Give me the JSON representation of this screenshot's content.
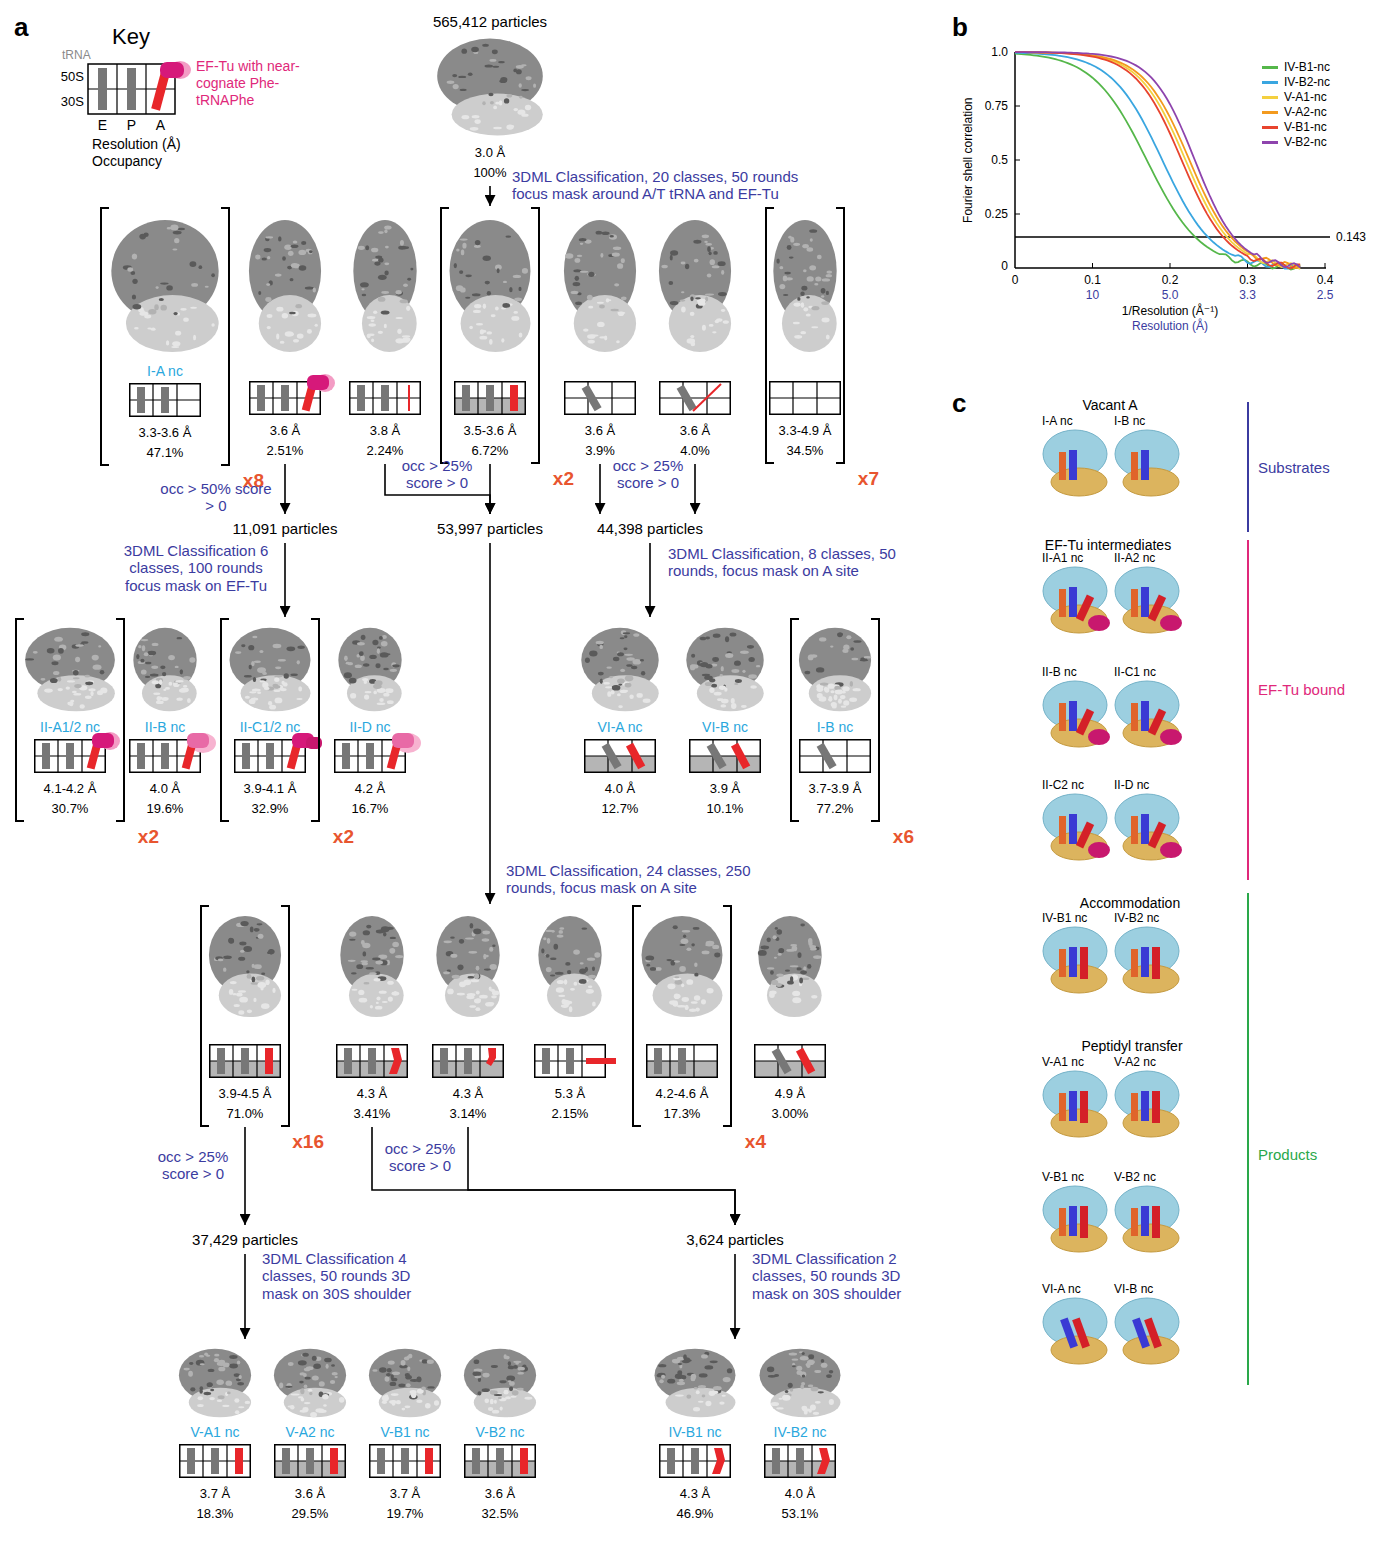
{
  "diagram": {
    "nodes": [
      {
        "text": [
          "565,412 particles",
          "3.0 Å",
          "100%"
        ]
      },
      {
        "text": [
          "I-A nc",
          "3.3-3.6 Å",
          "47.1%",
          "x8"
        ]
      },
      {
        "text": [
          "3.6 Å",
          "2.51%"
        ]
      },
      {
        "text": [
          "3.8 Å",
          "2.24%"
        ]
      },
      {
        "text": [
          "3.5-3.6 Å",
          "6.72%",
          "x2"
        ]
      },
      {
        "text": [
          "3.6 Å",
          "3.9%"
        ]
      },
      {
        "text": [
          "3.6 Å",
          "4.0%"
        ]
      },
      {
        "text": [
          "3.3-4.9 Å",
          "34.5%",
          "x7"
        ]
      },
      {
        "text": [
          "11,091 particles"
        ]
      },
      {
        "text": [
          "53,997 particles"
        ]
      },
      {
        "text": [
          "44,398 particles"
        ]
      },
      {
        "text": [
          "II-A1/2 nc",
          "4.1-4.2 Å",
          "30.7%",
          "x2"
        ]
      },
      {
        "text": [
          "II-B nc",
          "4.0 Å",
          "19.6%"
        ]
      },
      {
        "text": [
          "II-C1/2 nc",
          "3.9-4.1 Å",
          "32.9%",
          "x2"
        ]
      },
      {
        "text": [
          "II-D nc",
          "4.2 Å",
          "16.7%"
        ]
      },
      {
        "text": [
          "VI-A nc",
          "4.0 Å",
          "12.7%"
        ]
      },
      {
        "text": [
          "VI-B nc",
          "3.9 Å",
          "10.1%"
        ]
      },
      {
        "text": [
          "I-B nc",
          "3.7-3.9 Å",
          "77.2%",
          "x6"
        ]
      },
      {
        "text": [
          "3.9-4.5 Å",
          "71.0%",
          "x16"
        ]
      },
      {
        "text": [
          "4.3 Å",
          "3.41%"
        ]
      },
      {
        "text": [
          "4.3 Å",
          "3.14%"
        ]
      },
      {
        "text": [
          "5.3 Å",
          "2.15%"
        ]
      },
      {
        "text": [
          "4.2-4.6 Å",
          "17.3%",
          "x4"
        ]
      },
      {
        "text": [
          "4.9 Å",
          "3.00%"
        ]
      },
      {
        "text": [
          "37,429 particles"
        ]
      },
      {
        "text": [
          "3,624 particles"
        ]
      },
      {
        "text": [
          "V-A1 nc",
          "3.7 Å",
          "18.3%"
        ]
      },
      {
        "text": [
          "V-A2 nc",
          "3.6 Å",
          "29.5%"
        ]
      },
      {
        "text": [
          "V-B1 nc",
          "3.7 Å",
          "19.7%"
        ]
      },
      {
        "text": [
          "V-B2 nc",
          "3.6 Å",
          "32.5%"
        ]
      },
      {
        "text": [
          "IV-B1 nc",
          "4.3 Å",
          "46.9%"
        ]
      },
      {
        "text": [
          "IV-B2 nc",
          "4.0 Å",
          "53.1%"
        ]
      }
    ],
    "edges": [
      {
        "from": 0,
        "to": 4,
        "arrow": "to",
        "label": "3DML Classification, 20 classes, 50 rounds focus mask around A/T tRNA and EF-Tu"
      },
      {
        "from": 2,
        "to": 8,
        "arrow": "to",
        "label": "occ > 50% score > 0"
      },
      {
        "from": 3,
        "to": 9,
        "arrow": "to",
        "label": "occ > 25% score > 0"
      },
      {
        "from": 4,
        "to": 9,
        "arrow": "to"
      },
      {
        "from": 5,
        "to": 10,
        "arrow": "to",
        "label": "occ > 25% score > 0"
      },
      {
        "from": 6,
        "to": 10,
        "arrow": "to"
      },
      {
        "from": 8,
        "to": 13,
        "arrow": "to",
        "label": "3DML Classification 6 classes, 100 rounds focus mask on EF-Tu"
      },
      {
        "from": 10,
        "to": 15,
        "arrow": "to",
        "label": "3DML Classification, 8 classes, 50 rounds, focus mask on A site"
      },
      {
        "from": 9,
        "to": 20,
        "arrow": "to",
        "label": "3DML Classification, 24 classes, 250 rounds, focus mask on A site"
      },
      {
        "from": 18,
        "to": 24,
        "arrow": "to",
        "label": "occ > 25% score > 0"
      },
      {
        "from": 19,
        "to": 25,
        "arrow": "to",
        "label": "occ > 25% score > 0"
      },
      {
        "from": 20,
        "to": 25,
        "arrow": "to"
      },
      {
        "from": 24,
        "to": 26,
        "arrow": "to",
        "label": "3DML Classification 4 classes, 50 rounds 3D mask on 30S shoulder"
      },
      {
        "from": 25,
        "to": 30,
        "arrow": "to",
        "label": "3DML Classification 2 classes, 50 rounds 3D mask on 30S shoulder"
      }
    ],
    "labels": [
      "a",
      "Key",
      "tRNA",
      "50S",
      "30S",
      "E",
      "P",
      "A",
      "EF-Tu with near-cognate Phe-tRNAPhe",
      "Resolution (Å)",
      "Occupancy",
      "b",
      "Fourier shell correlation",
      "1.0",
      "0.75",
      "0.5",
      "0.25",
      "0",
      "0.143",
      "0",
      "0.1",
      "0.2",
      "0.3",
      "0.4",
      "10",
      "5.0",
      "3.3",
      "2.5",
      "1/Resolution (Å⁻¹)",
      "Resolution (Å)",
      "c",
      "Vacant A",
      "I-A nc",
      "I-B nc",
      "Substrates",
      "EF-Tu intermediates",
      "II-A1 nc",
      "II-A2 nc",
      "II-B nc",
      "II-C1 nc",
      "II-C2 nc",
      "II-D nc",
      "EF-Tu bound",
      "Accommodation",
      "IV-B1 nc",
      "IV-B2 nc",
      "Peptidyl transfer",
      "V-A1 nc",
      "V-A2 nc",
      "V-B1 nc",
      "V-B2 nc",
      "VI-A nc",
      "VI-B nc",
      "Products"
    ],
    "legend": [
      {
        "text": "IV-B1-nc",
        "color": "#55b74a"
      },
      {
        "text": "IV-B2-nc",
        "color": "#3aa6e0"
      },
      {
        "text": "V-A1-nc",
        "color": "#f4d03f"
      },
      {
        "text": "V-A2-nc",
        "color": "#f39a1e"
      },
      {
        "text": "V-B1-nc",
        "color": "#e8442e"
      },
      {
        "text": "V-B2-nc",
        "color": "#8e44ad"
      }
    ]
  }
}
